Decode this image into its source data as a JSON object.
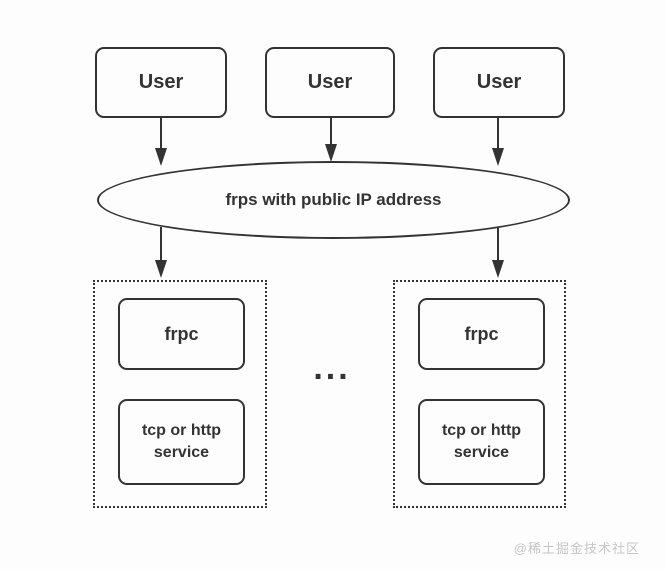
{
  "theme": {
    "stroke": "#333333",
    "text": "#333333",
    "bg": "#fdfdfd",
    "watermark": "#c6c6c6"
  },
  "diagram": {
    "users": [
      {
        "label": "User"
      },
      {
        "label": "User"
      },
      {
        "label": "User"
      }
    ],
    "server": {
      "label": "frps with public IP address"
    },
    "clients": [
      {
        "frpc": "frpc",
        "service": "tcp or http service"
      },
      {
        "frpc": "frpc",
        "service": "tcp or http service"
      }
    ],
    "ellipsis": "...",
    "watermark": "@稀土掘金技术社区"
  }
}
